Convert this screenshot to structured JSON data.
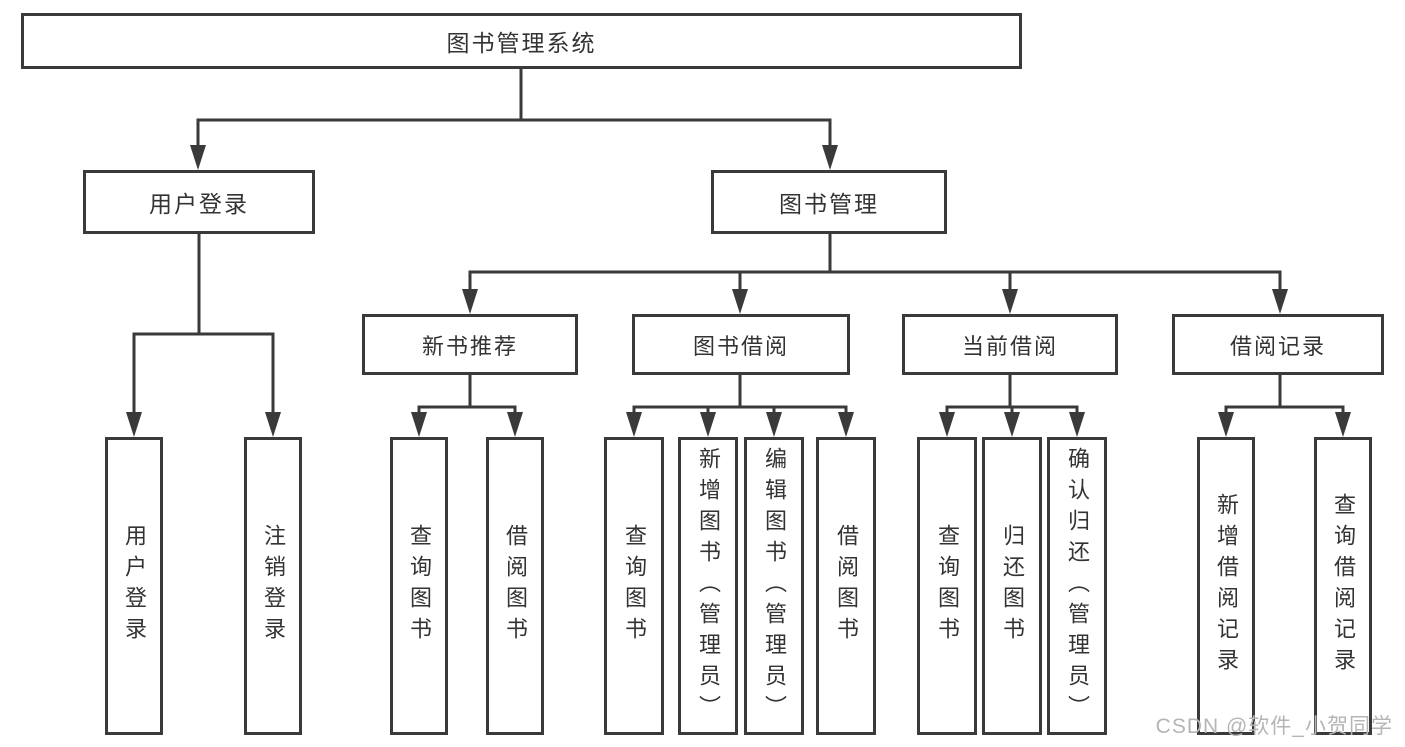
{
  "diagram": {
    "root": {
      "label": "图书管理系统"
    },
    "branches": {
      "user_login": {
        "label": "用户登录",
        "children": {
          "login": {
            "label": "用户登录"
          },
          "logout": {
            "label": "注销登录"
          }
        }
      },
      "book_mgmt": {
        "label": "图书管理",
        "children": {
          "new_books": {
            "label": "新书推荐",
            "children": {
              "query_books": {
                "label": "查询图书"
              },
              "borrow_books": {
                "label": "借阅图书"
              }
            }
          },
          "book_borrow": {
            "label": "图书借阅",
            "children": {
              "query_books": {
                "label": "查询图书"
              },
              "add_books": {
                "label": "新增图书（管理员）"
              },
              "edit_books": {
                "label": "编辑图书（管理员）"
              },
              "borrow_books": {
                "label": "借阅图书"
              }
            }
          },
          "current_borrow": {
            "label": "当前借阅",
            "children": {
              "query_books": {
                "label": "查询图书"
              },
              "return_books": {
                "label": "归还图书"
              },
              "confirm_return": {
                "label": "确认归还（管理员）"
              }
            }
          },
          "borrow_records": {
            "label": "借阅记录",
            "children": {
              "add_record": {
                "label": "新增借阅记录"
              },
              "query_record": {
                "label": "查询借阅记录"
              }
            }
          }
        }
      }
    }
  },
  "watermark": {
    "text": "CSDN @软件_小贺同学"
  },
  "colors": {
    "line": "#3a3a3a",
    "text": "#333333",
    "background": "#ffffff",
    "watermark": "#b5b5b5"
  }
}
